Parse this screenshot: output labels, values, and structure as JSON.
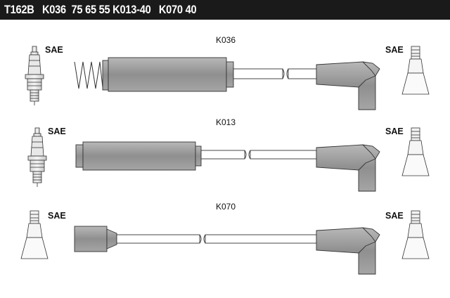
{
  "header": {
    "title": "T162B   K036  75 65 55 K013-40   K070 40"
  },
  "rows": [
    {
      "part_label": "K036",
      "left_terminal": "SAE",
      "right_terminal": "SAE"
    },
    {
      "part_label": "K013",
      "left_terminal": "SAE",
      "right_terminal": "SAE"
    },
    {
      "part_label": "K070",
      "left_terminal": "SAE",
      "right_terminal": "SAE"
    }
  ],
  "colors": {
    "header_bg": "#1a1a1a",
    "boot_fill": "#9a9a9a",
    "outline": "#333333"
  },
  "icons": [
    "spark-plug-icon",
    "spring-icon",
    "cable-break-icon",
    "angled-boot-icon",
    "coil-terminal-icon"
  ]
}
